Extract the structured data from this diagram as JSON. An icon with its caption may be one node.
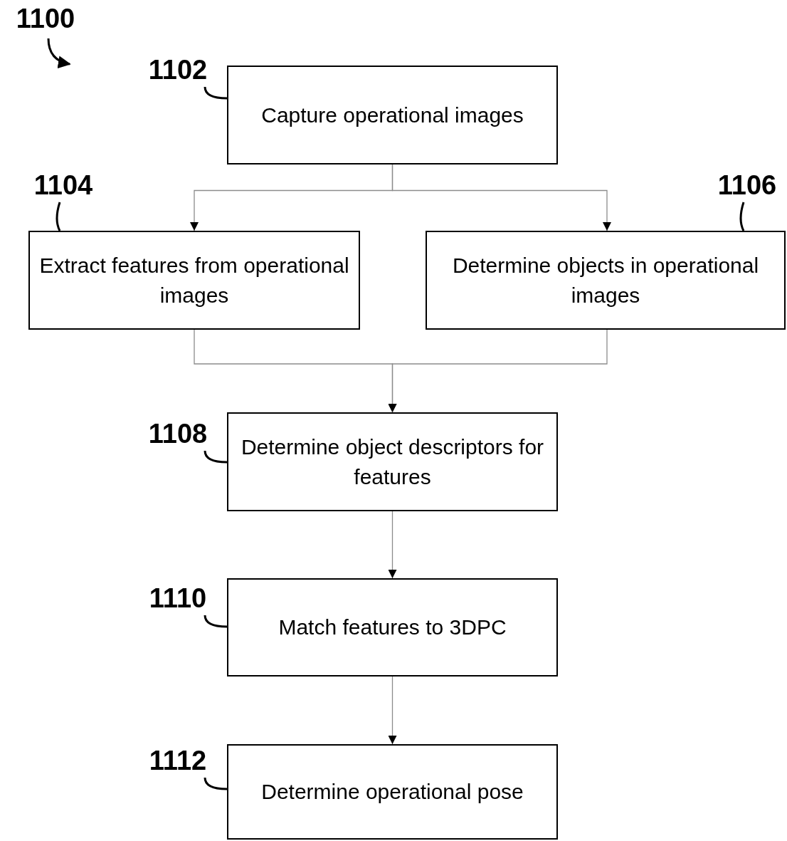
{
  "diagram": {
    "nodes": [
      {
        "text": [
          "1100"
        ]
      },
      {
        "text": [
          "Capture operational images"
        ]
      },
      {
        "text": [
          "1102"
        ]
      },
      {
        "text": [
          "Extract features from operational images"
        ]
      },
      {
        "text": [
          "1104"
        ]
      },
      {
        "text": [
          "Determine objects in operational images"
        ]
      },
      {
        "text": [
          "1106"
        ]
      },
      {
        "text": [
          "Determine object descriptors for features"
        ]
      },
      {
        "text": [
          "1108"
        ]
      },
      {
        "text": [
          "Match features to 3DPC"
        ]
      },
      {
        "text": [
          "1110"
        ]
      },
      {
        "text": [
          "Determine operational pose"
        ]
      },
      {
        "text": [
          "1112"
        ]
      }
    ],
    "edges": [
      {
        "from": 0,
        "to": null,
        "arrow": "to"
      },
      {
        "from": 2,
        "to": 1,
        "arrow": "none"
      },
      {
        "from": 1,
        "to": 3,
        "arrow": "to",
        "color": "#8c8c8c"
      },
      {
        "from": 1,
        "to": 5,
        "arrow": "to",
        "color": "#8c8c8c"
      },
      {
        "from": 4,
        "to": 3,
        "arrow": "none"
      },
      {
        "from": 6,
        "to": 5,
        "arrow": "none"
      },
      {
        "from": 3,
        "to": 7,
        "arrow": "to",
        "color": "#8c8c8c"
      },
      {
        "from": 5,
        "to": 7,
        "arrow": "to",
        "color": "#8c8c8c"
      },
      {
        "from": 8,
        "to": 7,
        "arrow": "none"
      },
      {
        "from": 7,
        "to": 9,
        "arrow": "to",
        "color": "#8c8c8c"
      },
      {
        "from": 10,
        "to": 9,
        "arrow": "none"
      },
      {
        "from": 9,
        "to": 11,
        "arrow": "to",
        "color": "#8c8c8c"
      },
      {
        "from": 12,
        "to": 11,
        "arrow": "none"
      }
    ]
  }
}
